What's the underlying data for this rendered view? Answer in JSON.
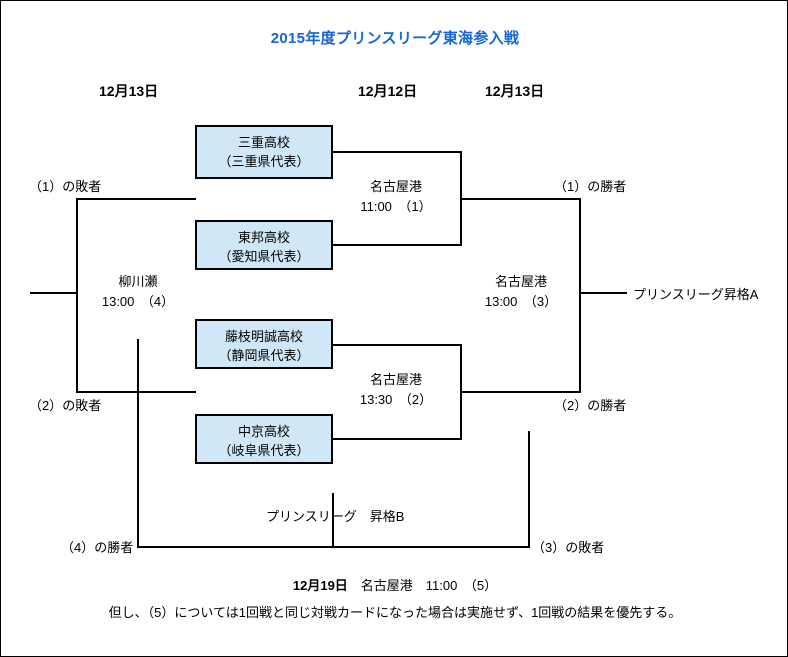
{
  "title": "2015年度プリンスリーグ東海参入戦",
  "title_color": "#1566d6",
  "box_fill_color": "#cfe7f7",
  "date_headers": [
    {
      "label": "12月13日"
    },
    {
      "label": "12月12日"
    },
    {
      "label": "12月13日"
    }
  ],
  "teams": [
    {
      "name": "三重高校",
      "region": "（三重県代表）"
    },
    {
      "name": "東邦高校",
      "region": "（愛知県代表）"
    },
    {
      "name": "藤枝明誠高校",
      "region": "（静岡県代表）"
    },
    {
      "name": "中京高校",
      "region": "（岐阜県代表）"
    }
  ],
  "matches": [
    {
      "venue": "名古屋港",
      "time": "11:00　（1）"
    },
    {
      "venue": "名古屋港",
      "time": "13:30　（2）"
    },
    {
      "venue": "名古屋港",
      "time": "13:00　（3）"
    },
    {
      "venue": "柳川瀬",
      "time": "13:00　（4）"
    }
  ],
  "slot_labels": {
    "loser1": "（1）の敗者",
    "loser2": "（2）の敗者",
    "winner1": "（1）の勝者",
    "winner2": "（2）の勝者",
    "winner4": "（4）の勝者",
    "loser3": "（3）の敗者"
  },
  "promotions": {
    "a": "プリンスリーグ昇格A",
    "b": "プリンスリーグ　昇格B"
  },
  "footer": {
    "final_date": "12月19日",
    "final_detail": "　名古屋港　11:00　（5）",
    "note": "但し、（5）については1回戦と同じ対戦カードになった場合は実施せず、1回戦の結果を優先する。"
  }
}
